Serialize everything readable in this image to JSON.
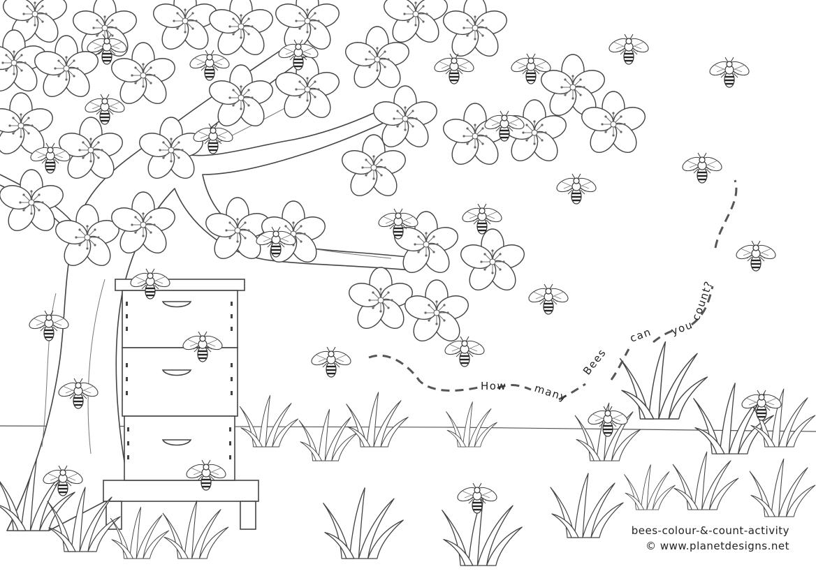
{
  "question": {
    "words": [
      "How",
      "many",
      "Bees",
      "can",
      "you",
      "count?"
    ]
  },
  "credit": {
    "activity": "bees-colour-&-count-activity",
    "site": "© www.planetdesigns.net"
  },
  "colors": {
    "line": "#4a4a4a",
    "paper": "#ffffff",
    "text": "#222222"
  },
  "icons": [
    "tree",
    "blossom-flower",
    "bee",
    "beehive",
    "grass-tuft",
    "dashed-flight-path"
  ]
}
